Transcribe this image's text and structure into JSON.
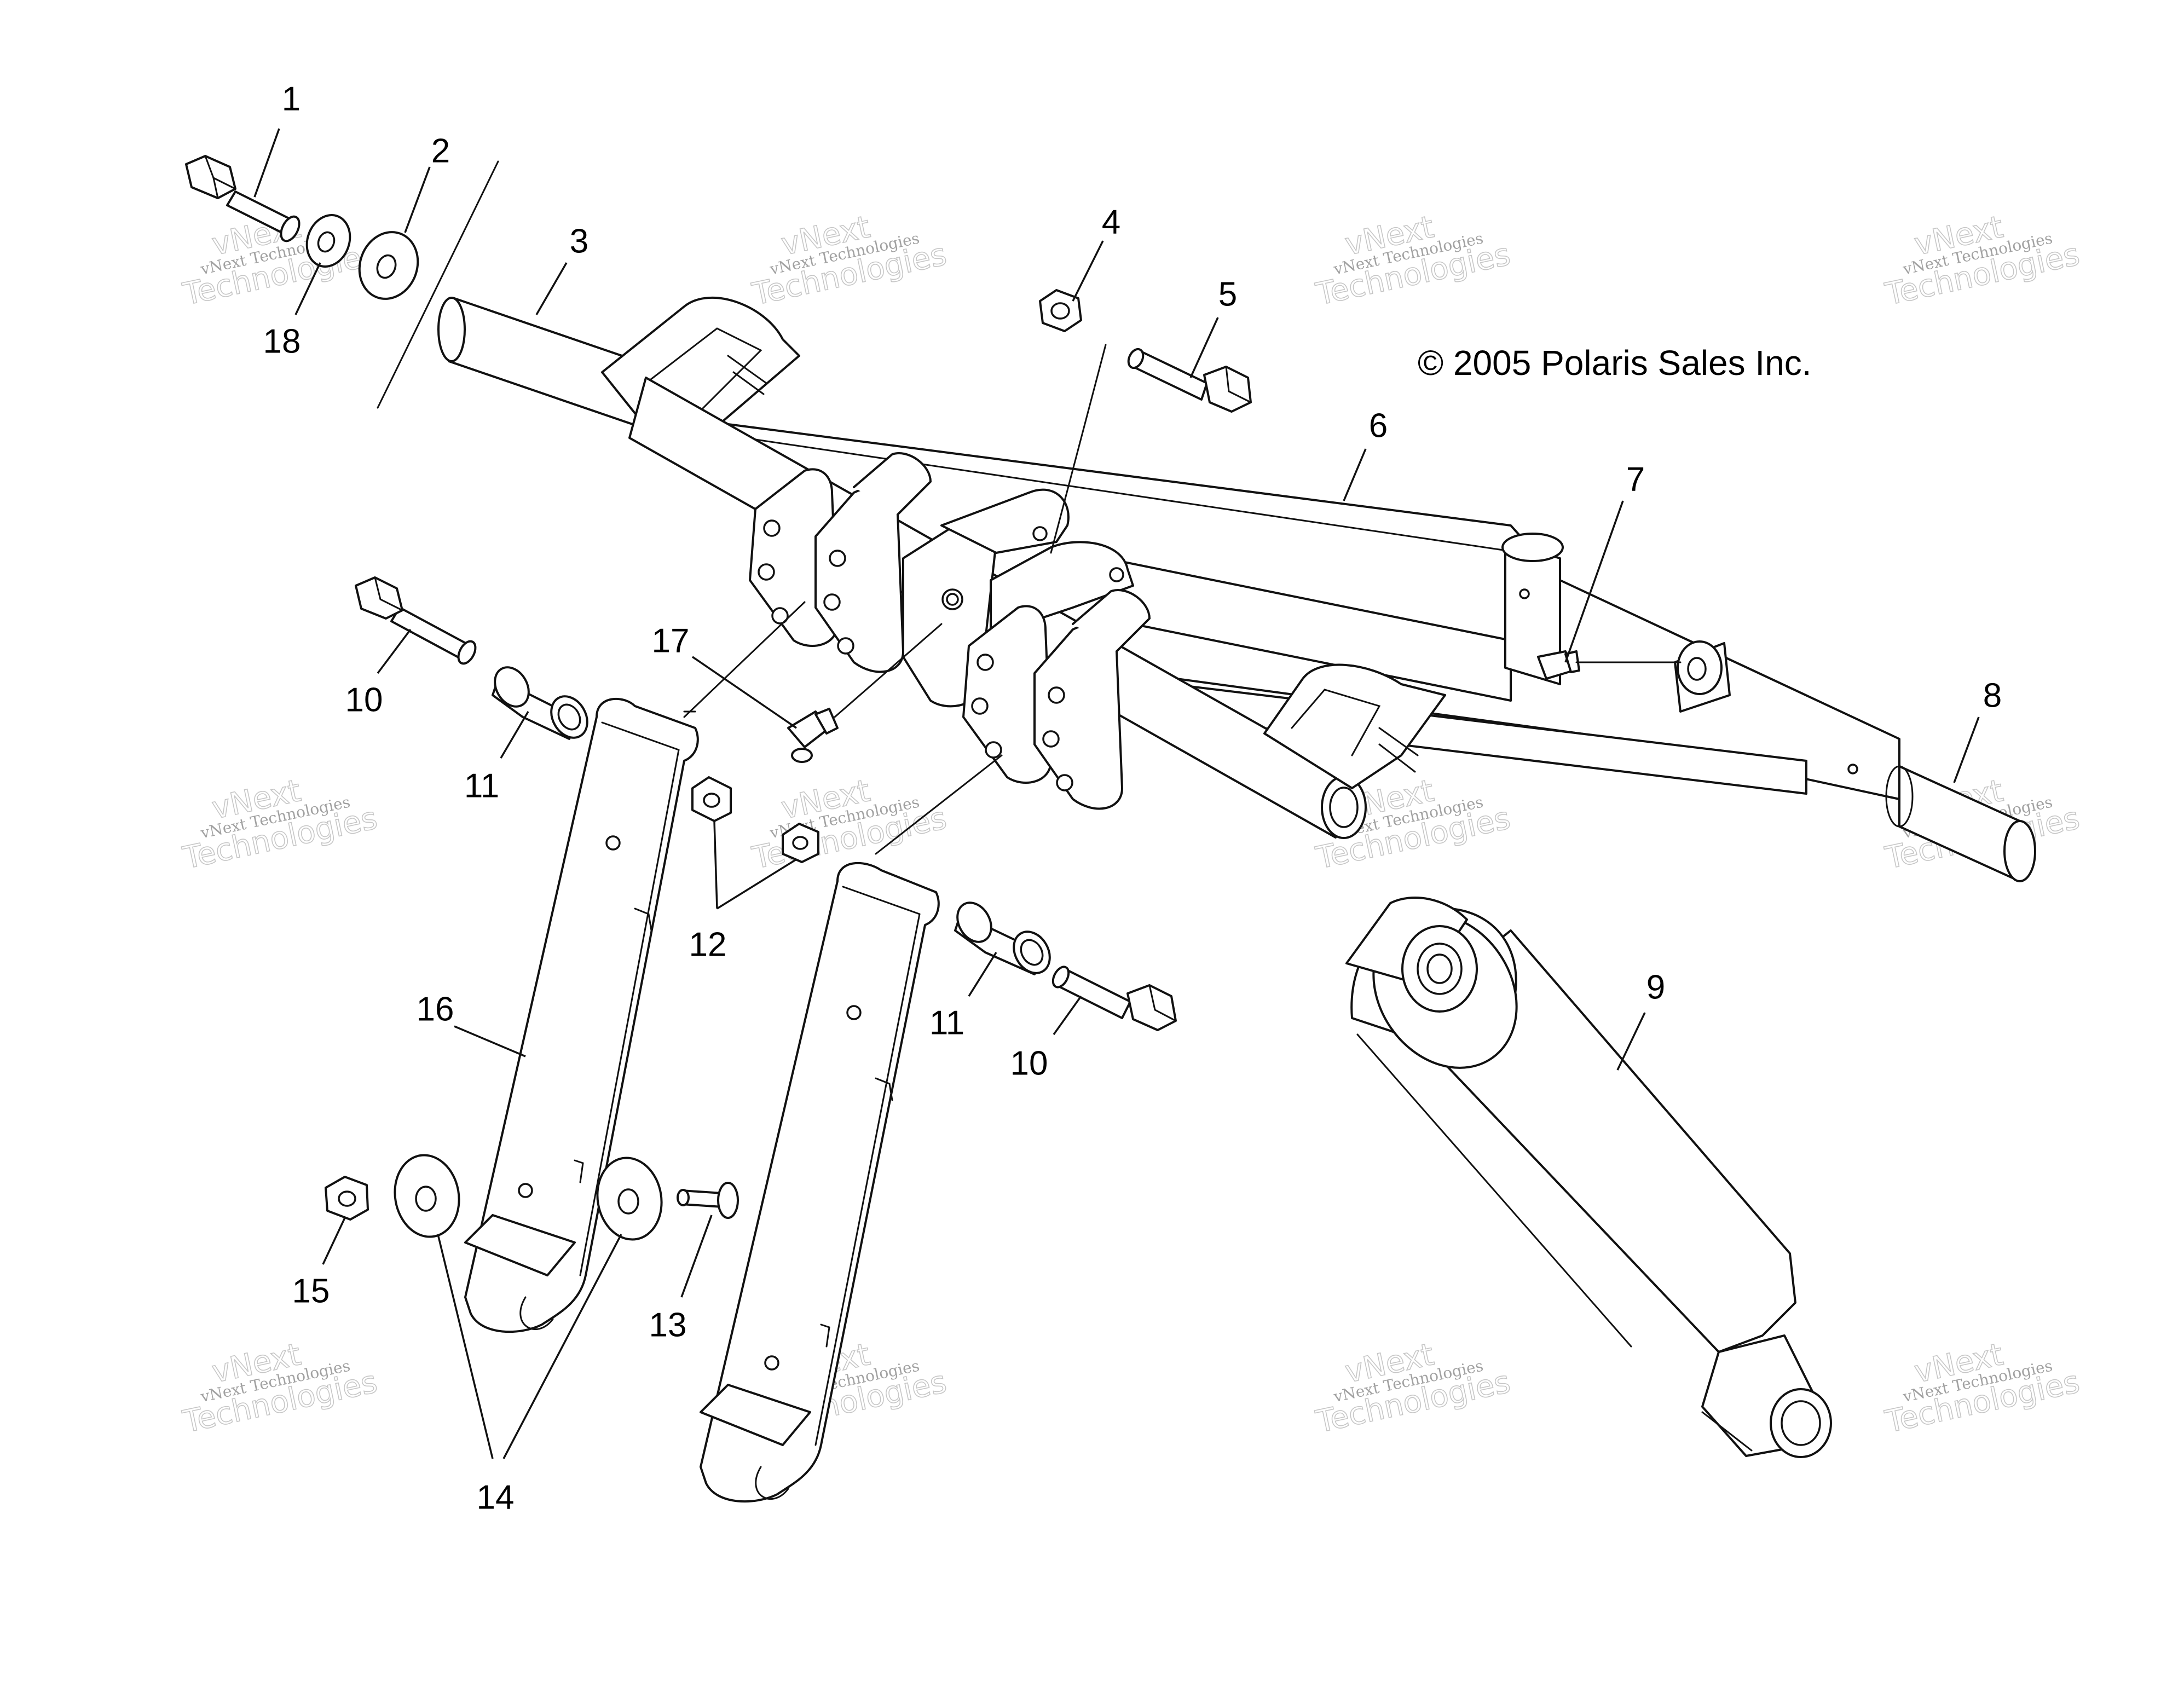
{
  "copyright": "© 2005 Polaris Sales Inc.",
  "watermark": {
    "line1": "vNext Technologies",
    "line2": "vNext",
    "line3": "Technologies"
  },
  "callouts": [
    {
      "id": "c1",
      "number": "1"
    },
    {
      "id": "c2",
      "number": "2"
    },
    {
      "id": "c3",
      "number": "3"
    },
    {
      "id": "c4",
      "number": "4"
    },
    {
      "id": "c5",
      "number": "5"
    },
    {
      "id": "c6",
      "number": "6"
    },
    {
      "id": "c7",
      "number": "7"
    },
    {
      "id": "c8",
      "number": "8"
    },
    {
      "id": "c9",
      "number": "9"
    },
    {
      "id": "c10a",
      "number": "10"
    },
    {
      "id": "c10b",
      "number": "10"
    },
    {
      "id": "c11a",
      "number": "11"
    },
    {
      "id": "c11b",
      "number": "11"
    },
    {
      "id": "c12",
      "number": "12"
    },
    {
      "id": "c13",
      "number": "13"
    },
    {
      "id": "c14",
      "number": "14"
    },
    {
      "id": "c15",
      "number": "15"
    },
    {
      "id": "c16",
      "number": "16"
    },
    {
      "id": "c17",
      "number": "17"
    },
    {
      "id": "c18",
      "number": "18"
    }
  ],
  "colors": {
    "line": "#111111",
    "background": "#ffffff",
    "watermark": "#999999"
  }
}
